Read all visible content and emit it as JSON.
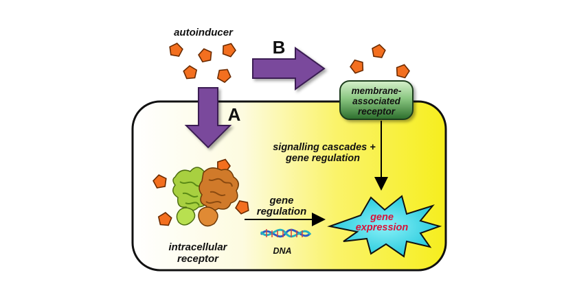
{
  "labels": {
    "autoinducer": "autoinducer",
    "pathway_a": "A",
    "pathway_b": "B",
    "membrane_line1": "membrane-",
    "membrane_line2": "associated",
    "membrane_line3": "receptor",
    "signalling_line1": "signalling cascades +",
    "signalling_line2": "gene regulation",
    "gene_regulation_line1": "gene",
    "gene_regulation_line2": "regulation",
    "gene_expression_line1": "gene",
    "gene_expression_line2": "expression",
    "dna": "DNA",
    "intracellular_line1": "intracellular",
    "intracellular_line2": "receptor"
  },
  "colors": {
    "autoinducer_fill": "#f36f1f",
    "arrow_purple": "#7a4a9c",
    "cell_fill_light": "#ffffff",
    "cell_fill_yellow": "#f7f020",
    "receptor_green_dark": "#2f7a2f",
    "receptor_green_light": "#a4d89a",
    "starburst_cyan": "#22d0e0",
    "gene_expression_text": "#d8123a",
    "protein_green": "#a8d040",
    "protein_orange": "#d07a2a",
    "dna_blue": "#2a5cc8",
    "dna_teal": "#22b0c0"
  },
  "icons": {
    "autoinducer": "pentagon-molecule-icon",
    "protein": "protein-structure-icon",
    "dna": "dna-helix-icon",
    "starburst": "starburst-icon"
  }
}
